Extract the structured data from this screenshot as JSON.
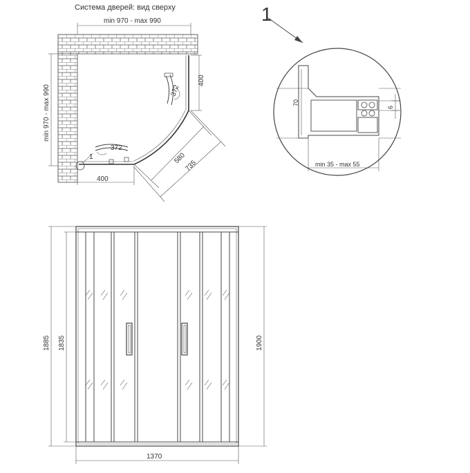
{
  "title": "Система дверей: вид сверху",
  "detail_callout": "1",
  "plan": {
    "width_range": "min 970 - max 990",
    "height_range": "min 970 - max 990",
    "side_right": "400",
    "side_bottom": "400",
    "door_width_right": "372",
    "door_width_bottom": "372",
    "arc_chord": "580",
    "diagonal": "735",
    "marker": "1"
  },
  "profile": {
    "height": "70",
    "gap": "6",
    "width_range": "min 35 - max 55"
  },
  "front": {
    "total_width": "1370",
    "height_outer": "1885",
    "height_inner": "1835",
    "height_total": "1900"
  }
}
